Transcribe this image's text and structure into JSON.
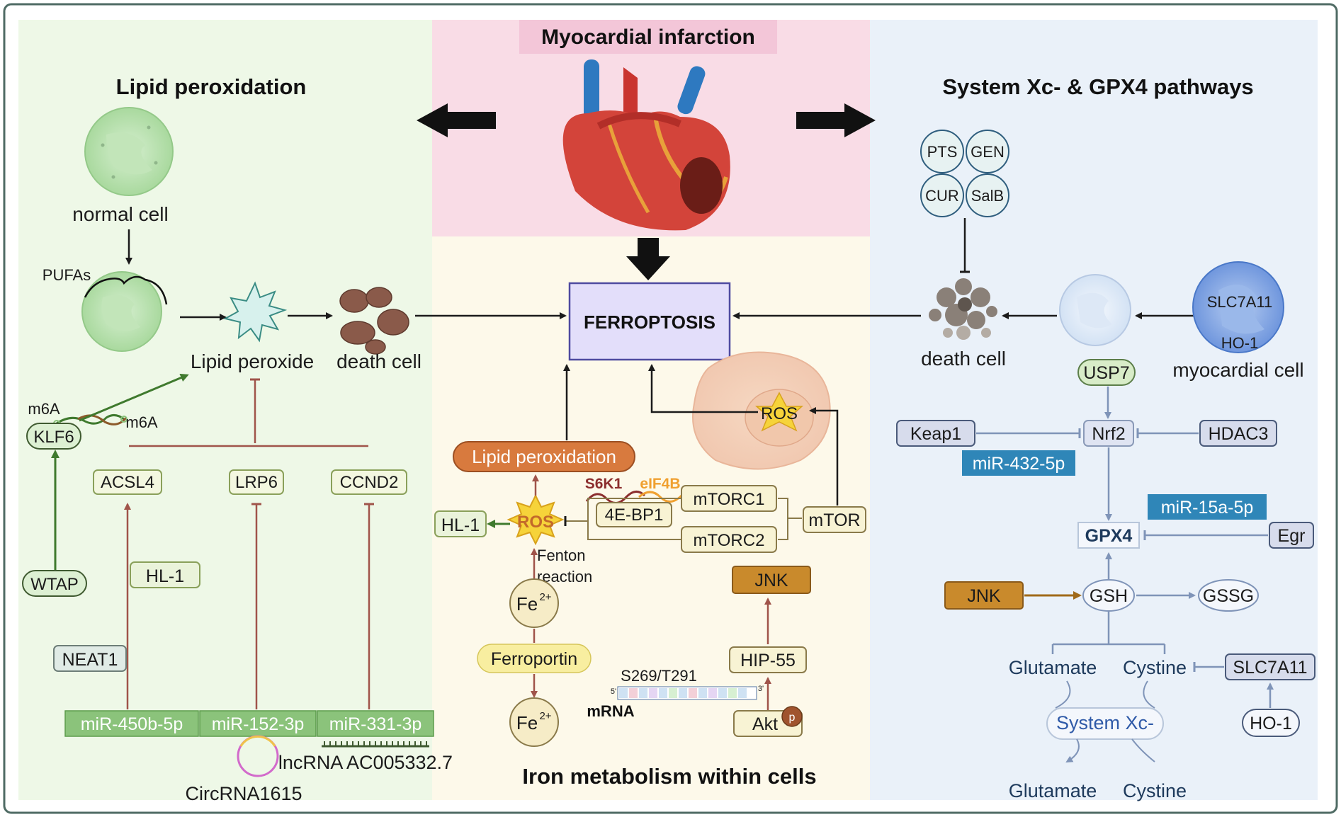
{
  "titles": {
    "center": "Myocardial infarction",
    "left": "Lipid peroxidation",
    "right": "System Xc- & GPX4 pathways",
    "bottom": "Iron metabolism within cells"
  },
  "center": {
    "ferroptosis": "FERROPTOSIS",
    "lipid_peroxidation": "Lipid peroxidation",
    "ros": "ROS",
    "ros_cell": "ROS",
    "hl1": "HL-1",
    "fenton": [
      "Fenton",
      "reaction"
    ],
    "fe_top": "Fe",
    "fe_top_sup": "2+",
    "ferroportin": "Ferroportin",
    "fe_bottom": "Fe",
    "fe_bottom_sup": "2+",
    "s6k1": "S6K1",
    "eif4b": "eIF4B",
    "ebp1": "4E-BP1",
    "mtorc1": "mTORC1",
    "mtorc2": "mTORC2",
    "mtor": "mTOR",
    "jnk": "JNK",
    "hip55": "HIP-55",
    "akt": "Akt",
    "akt_p": "p",
    "site": "S269/T291",
    "mrna": "mRNA",
    "five_prime": "5'",
    "three_prime": "3'"
  },
  "left": {
    "normal_cell": "normal cell",
    "pufas": "PUFAs",
    "lipid_peroxide": "Lipid peroxide",
    "death_cell": "death cell",
    "m6a_1": "m6A",
    "m6a_2": "m6A",
    "klf6": "KLF6",
    "wtap": "WTAP",
    "acsl4": "ACSL4",
    "lrp6": "LRP6",
    "ccnd2": "CCND2",
    "hl1": "HL-1",
    "neat1": "NEAT1",
    "mir450": "miR-450b-5p",
    "mir152": "miR-152-3p",
    "mir331": "miR-331-3p",
    "lncrna": "lncRNA AC005332.7",
    "circrna": "CircRNA1615"
  },
  "right": {
    "pts": "PTS",
    "gen": "GEN",
    "cur": "CUR",
    "salb": "SalB",
    "death_cell": "death cell",
    "slc7a11_cell": "SLC7A11",
    "ho1_cell": "HO-1",
    "myocardial_cell": "myocardial cell",
    "usp7": "USP7",
    "keap1": "Keap1",
    "nrf2": "Nrf2",
    "hdac3": "HDAC3",
    "mir432": "miR-432-5p",
    "mir15a": "miR-15a-5p",
    "gpx4": "GPX4",
    "egr": "Egr",
    "jnk": "JNK",
    "gsh": "GSH",
    "gssg": "GSSG",
    "glutamate_top": "Glutamate",
    "cystine_top": "Cystine",
    "slc7a11": "SLC7A11",
    "ho1": "HO-1",
    "system_xc": "System Xc-",
    "glutamate_bottom": "Glutamate",
    "cystine_bottom": "Cystine"
  },
  "colors": {
    "left_bg": "#eef8e7",
    "center_top_bg": "#f9dce6",
    "center_bottom_bg": "#fdf9ea",
    "right_bg": "#eaf1f9",
    "green_box": "#8bc37b",
    "blue_box": "#2f86b8",
    "brown_box": "#c98a2c",
    "orange_box": "#d87a3e",
    "inhibit_line": "#a0544a",
    "ferroptosis_fill": "#e3defa"
  }
}
